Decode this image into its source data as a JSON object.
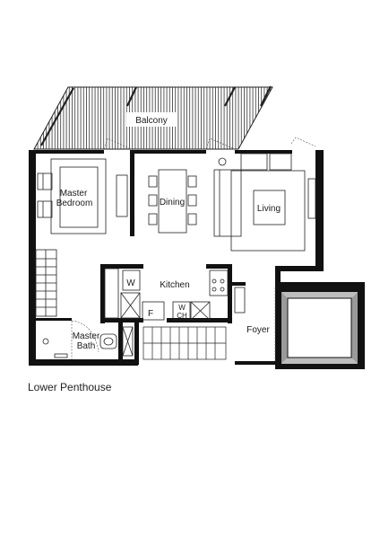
{
  "plan": {
    "caption": "Lower Penthouse",
    "rooms": {
      "balcony": "Balcony",
      "master_bedroom_line1": "Master",
      "master_bedroom_line2": "Bedroom",
      "dining": "Dining",
      "living": "Living",
      "kitchen": "Kitchen",
      "master_bath_line1": "Master",
      "master_bath_line2": "Bath",
      "foyer": "Foyer"
    },
    "fixtures": {
      "washer": "W",
      "fridge": "F",
      "water_heater_line1": "W",
      "water_heater_line2": "CH"
    }
  }
}
